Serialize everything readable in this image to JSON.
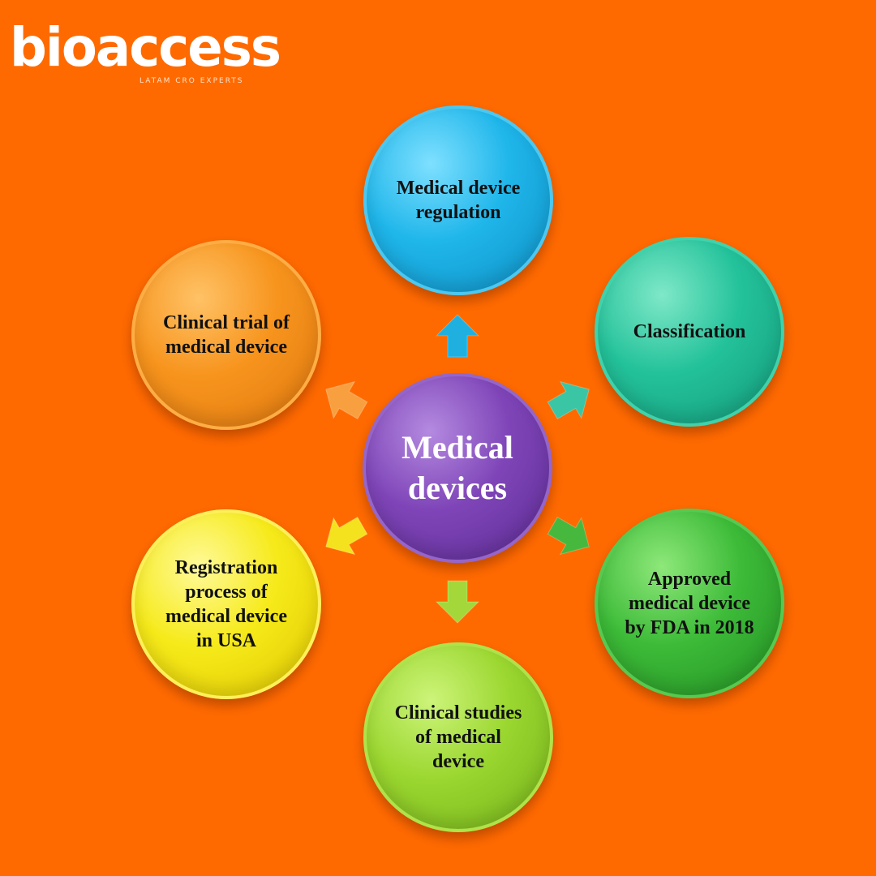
{
  "logo": {
    "name": "bioaccess",
    "tagline": "LATAM CRO EXPERTS"
  },
  "diagram": {
    "center": {
      "label": "Medical devices",
      "color": "#7f45b8"
    },
    "nodes": [
      {
        "id": "regulation",
        "label": "Medical device regulation",
        "color": "#1fb6ea",
        "arrow_color": "#1fb0e0"
      },
      {
        "id": "classification",
        "label": "Classification",
        "color": "#23c29a",
        "arrow_color": "#3ac6a4"
      },
      {
        "id": "approved",
        "label": "Approved medical device by FDA in 2018",
        "color": "#3dbb38",
        "arrow_color": "#47b83e"
      },
      {
        "id": "studies",
        "label": "Clinical studies of medical device",
        "color": "#9bd730",
        "arrow_color": "#a4d83a"
      },
      {
        "id": "registration",
        "label": "Registration process of medical device in USA",
        "color": "#f6ea1a",
        "arrow_color": "#f4e21e"
      },
      {
        "id": "trial",
        "label": "Clinical trial of medical device",
        "color": "#f7941d",
        "arrow_color": "#f8a040"
      }
    ]
  }
}
